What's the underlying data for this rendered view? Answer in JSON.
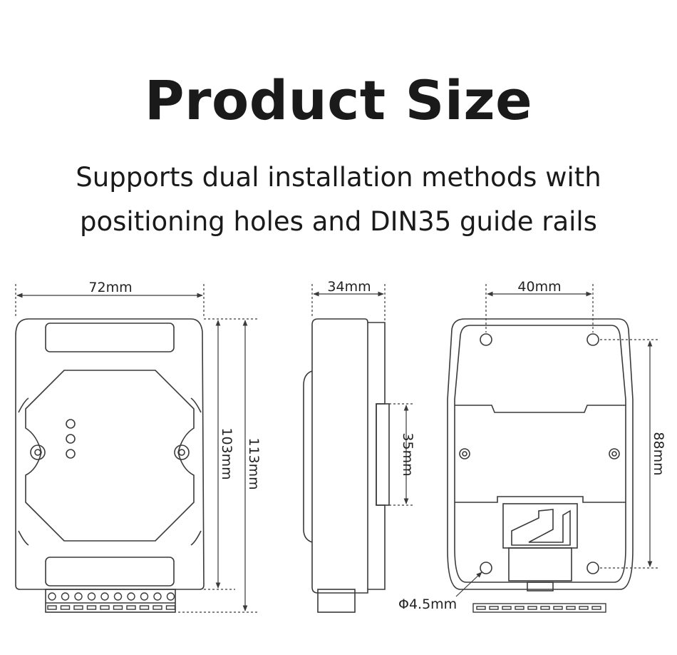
{
  "header": {
    "title": "Product Size",
    "subtitle_line1": "Supports dual installation methods with",
    "subtitle_line2": "positioning holes and DIN35 guide rails"
  },
  "dimensions": {
    "front_width": "72mm",
    "front_inner_height": "103mm",
    "front_total_height": "113mm",
    "side_depth": "34mm",
    "rail_width": "35mm",
    "hole_spacing_horizontal": "40mm",
    "hole_spacing_vertical": "88mm",
    "hole_diameter": "Φ4.5mm"
  },
  "colors": {
    "line": "#3a3a3a",
    "text": "#1a1a1a",
    "background": "#ffffff"
  }
}
